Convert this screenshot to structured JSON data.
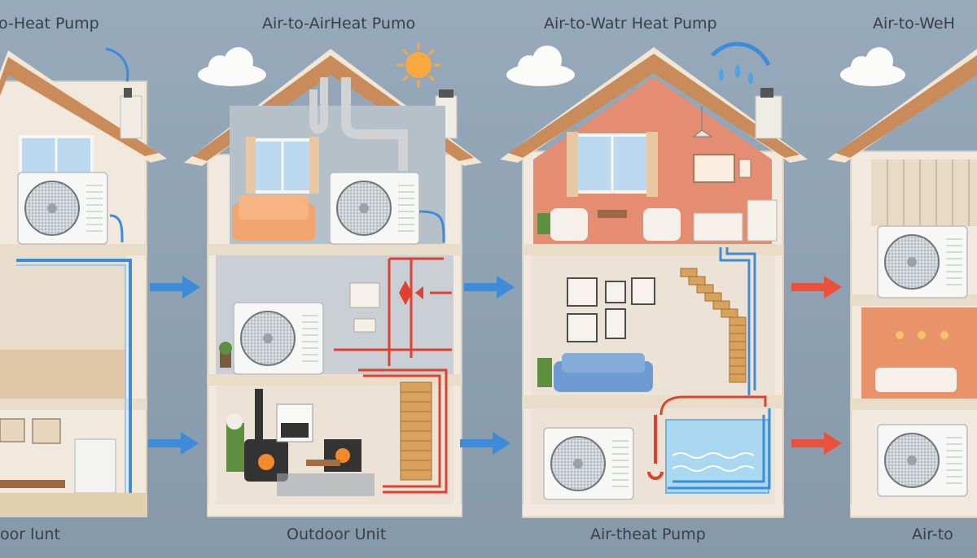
{
  "title_labels": [
    "o-Heat Pump",
    "Air-to-AirHeat Pumo",
    "Air-to-Watr Heat Pump",
    "Air-to-WeH"
  ],
  "caption_labels": [
    "oor lunt",
    "Outdoor Unit",
    "Air-theat Pump",
    "Air-to"
  ],
  "colors": {
    "background": "#8fa3b4",
    "roof": "#c98b5a",
    "roof_trim": "#f3e6d3",
    "wall": "#f1e9dd",
    "floor": "#e9ddc9",
    "cold_pipe": "#3d8bd9",
    "hot_pipe": "#e0412f",
    "outdoor_unit": "#f7f7f5",
    "water": "#a9d8f0"
  },
  "icons": [
    "cloud-icon",
    "sun-icon",
    "water-drop-icon",
    "arrow-right-icon"
  ]
}
